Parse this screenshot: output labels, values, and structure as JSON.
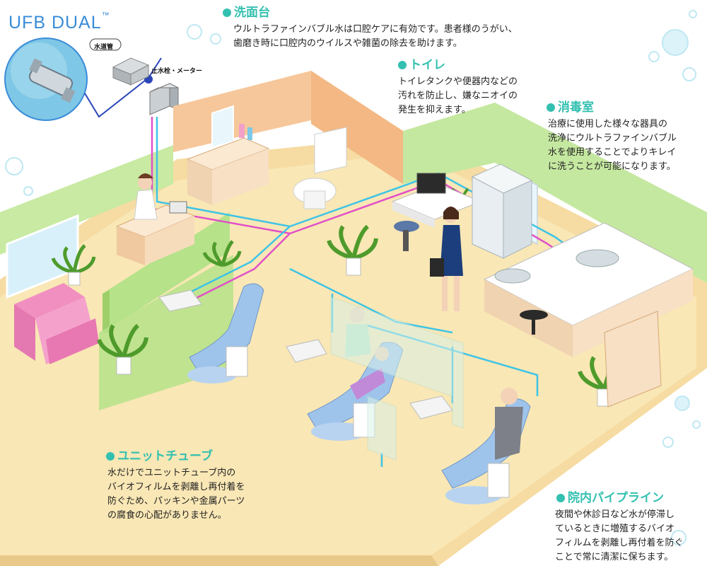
{
  "logo": {
    "text": "UFB DUAL",
    "tm": "™"
  },
  "labels": {
    "water_pipe": "水道管",
    "meter": "止水栓・メーター"
  },
  "sections": {
    "sink": {
      "heading": "洗面台",
      "lines": [
        "ウルトラファインバブル水は口腔ケアに有効です。患者様のうがい、",
        "歯磨き時に口腔内のウイルスや雑菌の除去を助けます。"
      ]
    },
    "toilet": {
      "heading": "トイレ",
      "lines": [
        "トイレタンクや便器内などの",
        "汚れを防止し、嫌なニオイの",
        "発生を抑えます。"
      ]
    },
    "disinfection": {
      "heading": "消毒室",
      "lines": [
        "治療に使用した様々な器具の",
        "洗浄にウルトラファインバブル",
        "水を使用することでよりキレイ",
        "に洗うことが可能になります。"
      ]
    },
    "unit_tube": {
      "heading": "ユニットチューブ",
      "lines": [
        "水だけでユニットチューブ内の",
        "バイオフィルムを剥離し再付着を",
        "防ぐため、パッキンや金属パーツ",
        "の腐食の心配がありません。"
      ]
    },
    "pipeline": {
      "heading": "院内パイプライン",
      "lines": [
        "夜間や休診日など水が停滞し",
        "ているときに増殖するバイオ",
        "フィルムを剥離し再付着を防ぐ",
        "ことで常に清潔に保ちます。"
      ]
    }
  },
  "colors": {
    "accent": "#33c0b0",
    "logo": "#3a8cd8",
    "floor": "#f9e7b5",
    "wall_green": "#b6e28a",
    "wall_orange": "#f6c79a",
    "pipe_cyan": "#3ec4e6",
    "pipe_magenta": "#e050c8"
  }
}
